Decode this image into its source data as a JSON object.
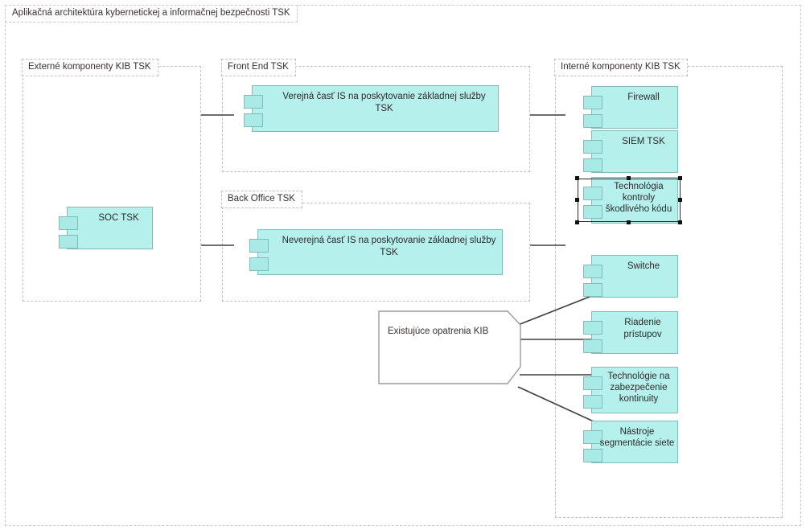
{
  "diagram": {
    "title": "Aplikačná architektúra kybernetickej a informačnej bezpečnosti TSK",
    "accent_fill": "#b6f0ec",
    "accent_border": "#7fbdba",
    "frame_border": "#c8c8c8",
    "group_border": "#c0c0c0",
    "connector_color": "#3d3d3d",
    "selection_color": "#111111",
    "note_fill": "#ffffff",
    "note_border": "#9a9a9a"
  },
  "groups": [
    {
      "id": "externe",
      "label": "Externé komponenty KIB TSK"
    },
    {
      "id": "frontend",
      "label": "Front End TSK"
    },
    {
      "id": "backoffice",
      "label": "Back Office TSK"
    },
    {
      "id": "interne",
      "label": "Interné komponenty KIB TSK"
    }
  ],
  "components": {
    "soc": {
      "label": "SOC TSK",
      "group": "externe"
    },
    "verejna": {
      "label": "Verejná časť IS na poskytovanie základnej služby\nTSK",
      "group": "frontend"
    },
    "neverejna": {
      "label": "Neverejná časť IS na poskytovanie základnej služby\nTSK",
      "group": "backoffice"
    },
    "firewall": {
      "label": "Firewall",
      "group": "interne"
    },
    "siem": {
      "label": "SIEM TSK",
      "group": "interne"
    },
    "malware": {
      "label": "Technológia\nkontroly\nškodlivého kódu",
      "group": "interne",
      "selected": true
    },
    "switche": {
      "label": "Switche",
      "group": "interne"
    },
    "riadenie": {
      "label": "Riadenie\nprístupov",
      "group": "interne"
    },
    "kontinuita": {
      "label": "Technológie na\nzabezpečenie\nkontinuity",
      "group": "interne"
    },
    "segmentacia": {
      "label": "Nástroje\nsegmentácie siete",
      "group": "interne"
    }
  },
  "note": {
    "label": "Existujúce opatrenia KIB"
  }
}
